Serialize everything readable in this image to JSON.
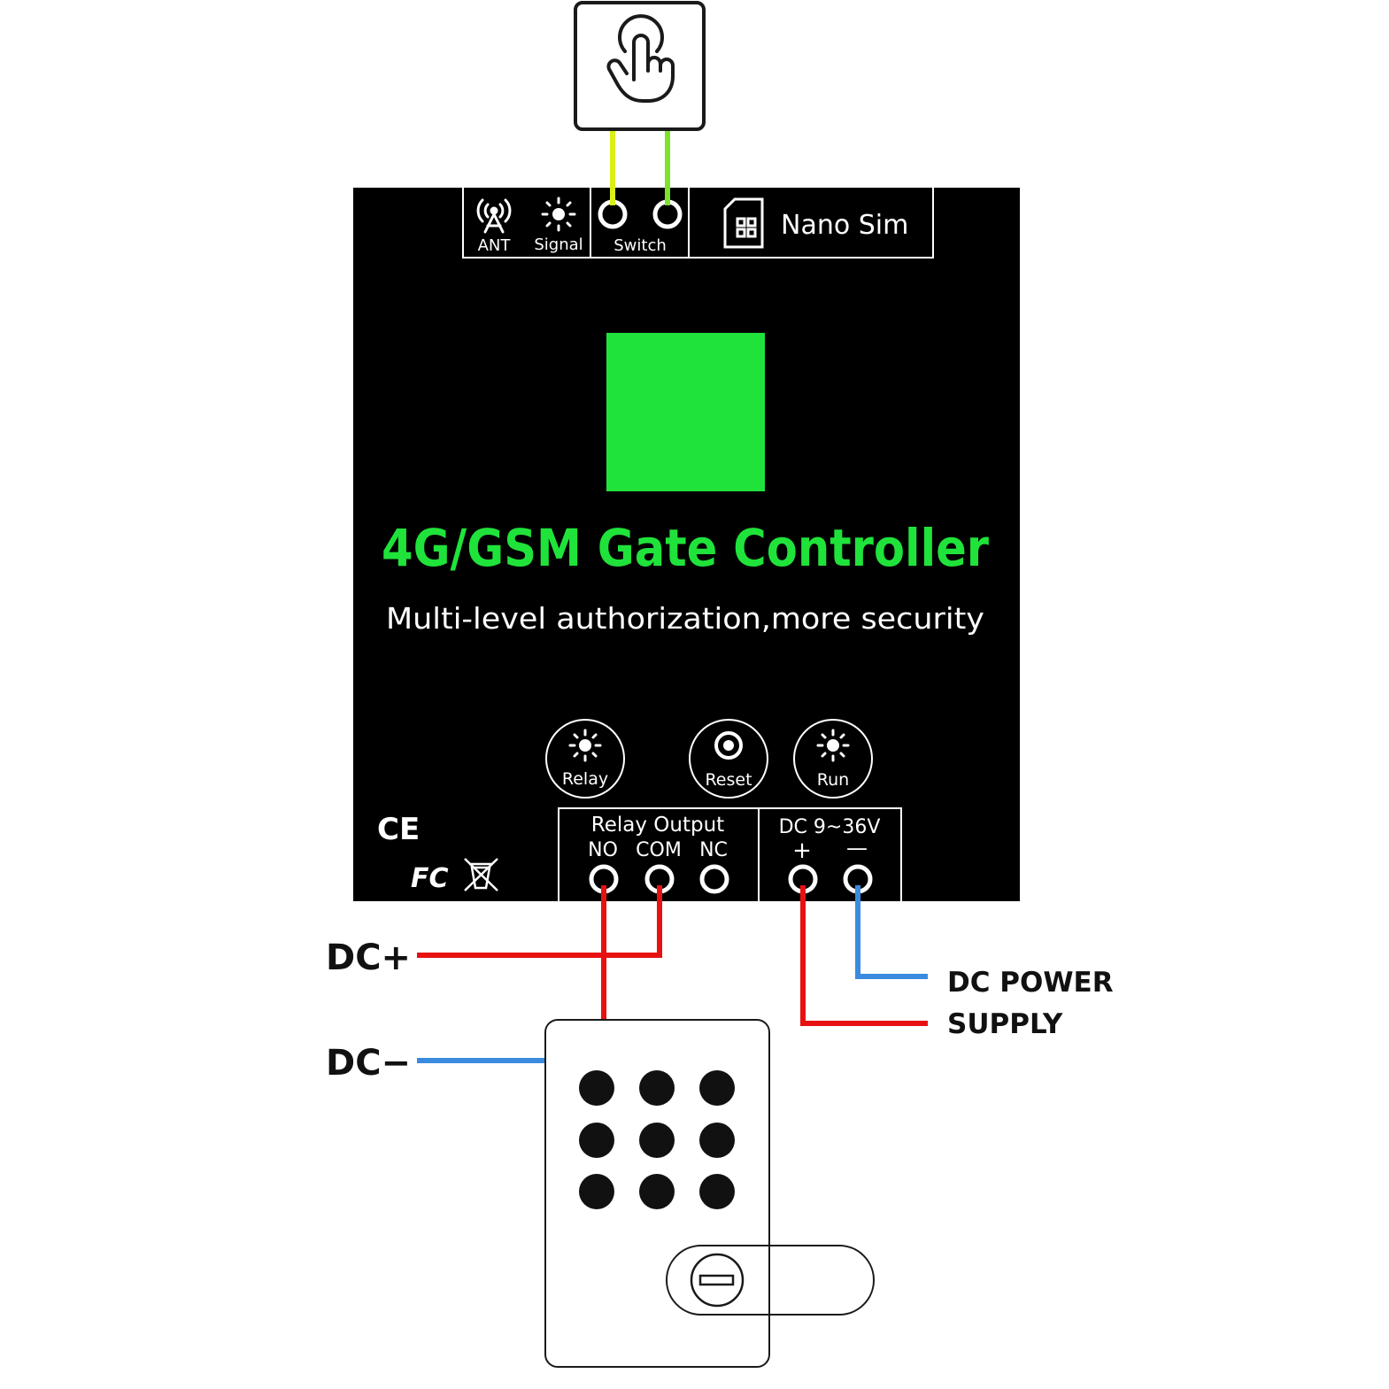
{
  "colors": {
    "panel": "#000000",
    "accent_green": "#1fe33a",
    "wire_red": "#e81111",
    "wire_blue": "#3a8be0",
    "wire_yellow": "#d8ef1a",
    "wire_green": "#7ee12b",
    "outline": "#1a1a1a"
  },
  "top_strip": {
    "ant_label": "ANT",
    "signal_label": "Signal",
    "switch_label": "Switch",
    "sim_label": "Nano Sim"
  },
  "title": "4G/GSM Gate Controller",
  "subtitle": "Multi-level authorization,more security",
  "indicators": {
    "relay_label": "Relay",
    "reset_label": "Reset",
    "run_label": "Run"
  },
  "relay_output": {
    "label": "Relay Output",
    "no": "NO",
    "com": "COM",
    "nc": "NC"
  },
  "dc_input": {
    "label": "DC 9~36V",
    "plus": "+",
    "minus": "—"
  },
  "certifications": {
    "ce": "CE",
    "fc": "FC"
  },
  "wires": {
    "dc_plus": "DC+",
    "dc_minus": "DC−",
    "power_line1": "DC POWER",
    "power_line2": "SUPPLY"
  },
  "icons": [
    "touch-button-icon",
    "antenna-icon",
    "signal-led-icon",
    "sim-card-icon",
    "relay-led-icon",
    "reset-button-icon",
    "run-led-icon",
    "weee-icon",
    "keypad-icon",
    "lock-icon"
  ]
}
